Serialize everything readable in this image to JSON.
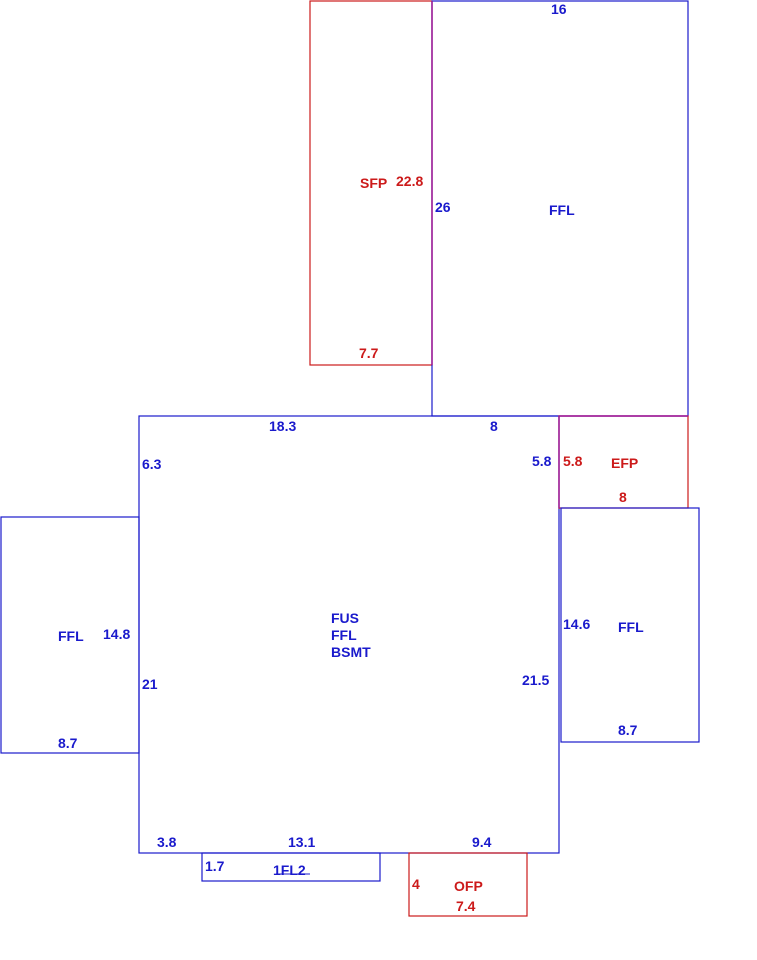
{
  "colors": {
    "primary_line": "#1a1acc",
    "secondary_line": "#cc1a1a",
    "shared_edge": "#a01a9a"
  },
  "areas": {
    "main": {
      "labels": [
        "FUS",
        "FFL",
        "BSMT"
      ]
    },
    "upper_right": {
      "label": "FFL"
    },
    "sfp": {
      "label": "SFP"
    },
    "efp": {
      "label": "EFP"
    },
    "left_wing": {
      "label": "FFL"
    },
    "right_wing": {
      "label": "FFL"
    },
    "ofp": {
      "label": "OFP"
    },
    "small_strip": {
      "label": "1FL2"
    }
  },
  "dimensions": {
    "upper_top": "16",
    "upper_side": "26",
    "sfp_side": "22.8",
    "sfp_bottom": "7.7",
    "main_top_left": "18.3",
    "main_top_right": "8",
    "main_left_upper": "6.3",
    "main_left_lower": "21",
    "main_right_upper": "5.8",
    "main_right_lower": "21.5",
    "main_bottom_left": "3.8",
    "main_bottom_mid": "13.1",
    "main_bottom_right": "9.4",
    "efp_side": "5.8",
    "efp_bottom": "8",
    "left_wing_side": "14.8",
    "left_wing_bottom": "8.7",
    "right_wing_side": "14.6",
    "right_wing_bottom": "8.7",
    "strip_side": "1.7",
    "ofp_side": "4",
    "ofp_bottom": "7.4"
  }
}
